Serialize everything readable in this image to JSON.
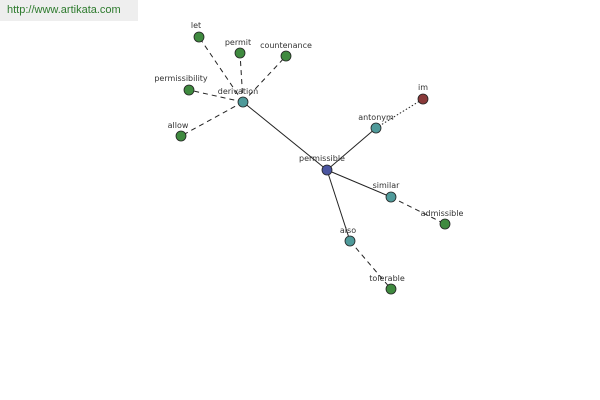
{
  "watermark": {
    "text": "http://www.artikata.com"
  },
  "colors": {
    "center": "#4a55a0",
    "relation": "#4f9a9a",
    "word": "#3f8a3f",
    "antonym_word": "#8a3a3a",
    "edge": "#222222",
    "node_stroke": "#222222"
  },
  "graph": {
    "nodes": [
      {
        "id": "permissible",
        "label": "permissible",
        "kind": "center"
      },
      {
        "id": "derivation",
        "label": "derivation",
        "kind": "relation"
      },
      {
        "id": "antonym",
        "label": "antonym",
        "kind": "relation"
      },
      {
        "id": "similar",
        "label": "similar",
        "kind": "relation"
      },
      {
        "id": "also",
        "label": "also",
        "kind": "relation"
      },
      {
        "id": "let",
        "label": "let",
        "kind": "word"
      },
      {
        "id": "permit",
        "label": "permit",
        "kind": "word"
      },
      {
        "id": "countenance",
        "label": "countenance",
        "kind": "word"
      },
      {
        "id": "permissibility",
        "label": "permissibility",
        "kind": "word"
      },
      {
        "id": "allow",
        "label": "allow",
        "kind": "word"
      },
      {
        "id": "im",
        "label": "im",
        "kind": "antonym_word"
      },
      {
        "id": "admissible",
        "label": "admissible",
        "kind": "word"
      },
      {
        "id": "tolerable",
        "label": "tolerable",
        "kind": "word"
      }
    ],
    "edges": [
      {
        "from": "permissible",
        "to": "derivation",
        "style": "solid"
      },
      {
        "from": "permissible",
        "to": "antonym",
        "style": "solid"
      },
      {
        "from": "permissible",
        "to": "similar",
        "style": "solid"
      },
      {
        "from": "permissible",
        "to": "also",
        "style": "solid"
      },
      {
        "from": "derivation",
        "to": "let",
        "style": "dashed"
      },
      {
        "from": "derivation",
        "to": "permit",
        "style": "dashed"
      },
      {
        "from": "derivation",
        "to": "countenance",
        "style": "dashed"
      },
      {
        "from": "derivation",
        "to": "permissibility",
        "style": "dashed"
      },
      {
        "from": "derivation",
        "to": "allow",
        "style": "dashed"
      },
      {
        "from": "antonym",
        "to": "im",
        "style": "dotted"
      },
      {
        "from": "similar",
        "to": "admissible",
        "style": "dashed"
      },
      {
        "from": "also",
        "to": "tolerable",
        "style": "dashed"
      }
    ]
  }
}
